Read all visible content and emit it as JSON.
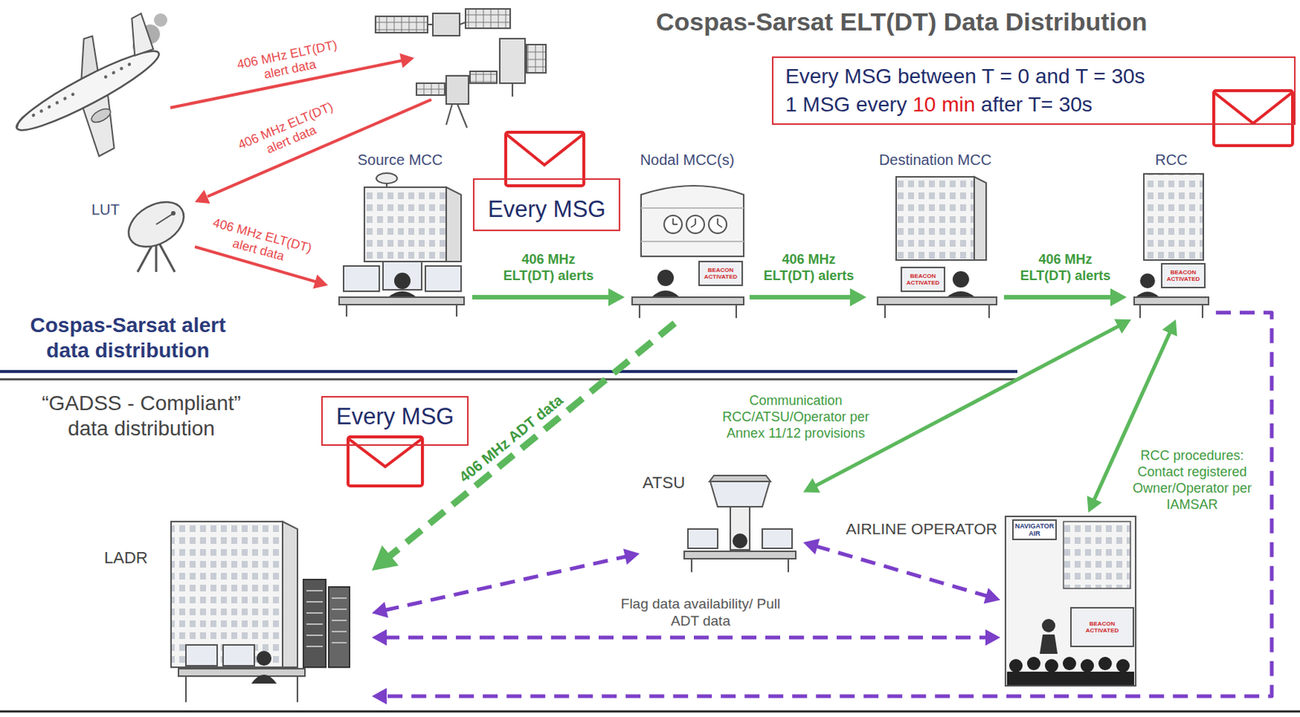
{
  "diagram": {
    "title": "Cospas-Sarsat ELT(DT) Data Distribution",
    "nodes": [
      {
        "text": [
          "Every MSG between T = 0 and T = 30s",
          "1 MSG every",
          "10 min",
          "after T= 30s"
        ]
      },
      {
        "text": [
          "Source MCC"
        ]
      },
      {
        "text": [
          "Every MSG"
        ]
      },
      {
        "text": [
          "Nodal MCC(s)"
        ]
      },
      {
        "text": [
          "Destination MCC"
        ]
      },
      {
        "text": [
          "RCC"
        ]
      },
      {
        "text": [
          "LUT"
        ]
      },
      {
        "text": [
          "Every MSG"
        ]
      },
      {
        "text": [
          "ATSU"
        ]
      },
      {
        "text": [
          "AIRLINE OPERATOR"
        ]
      },
      {
        "text": [
          "LADR"
        ]
      }
    ],
    "edges": [
      {
        "from": 6,
        "to": 1,
        "arrow": "to",
        "label": "406 MHz ELT(DT) alert data"
      },
      {
        "from": 1,
        "to": 3,
        "arrow": "to",
        "label": "406 MHz ELT(DT) alerts"
      },
      {
        "from": 3,
        "to": 4,
        "arrow": "to",
        "label": "406 MHz ELT(DT) alerts"
      },
      {
        "from": 4,
        "to": 5,
        "arrow": "to",
        "label": "406 MHz ELT(DT) alerts"
      },
      {
        "from": 3,
        "to": 10,
        "arrow": "to",
        "label": "406 MHz ADT data"
      },
      {
        "from": 5,
        "to": 8,
        "arrow": "both",
        "label": "Communication RCC/ATSU/Operator per Annex 11/12 provisions"
      },
      {
        "from": 5,
        "to": 9,
        "arrow": "both",
        "label": "RCC procedures: Contact registered Owner/Operator per IAMSAR"
      },
      {
        "from": 10,
        "to": 8,
        "arrow": "both"
      },
      {
        "from": 8,
        "to": 9,
        "arrow": "both"
      },
      {
        "from": 10,
        "to": 9,
        "arrow": "both"
      },
      {
        "from": 5,
        "to": 10,
        "arrow": "to"
      }
    ],
    "labels": [
      "406 MHz ELT(DT) alert data",
      "406 MHz ELT(DT) alert data",
      "BEACON ACTIVATED",
      "BEACON ACTIVATED",
      "BEACON ACTIVATED",
      "Cospas-Sarsat alert data distribution",
      "“GADSS - Compliant” data distribution",
      "NAVIGATOR AIR",
      "Flag data availability/ Pull ADT data",
      "BEACON ACTIVATED"
    ]
  }
}
